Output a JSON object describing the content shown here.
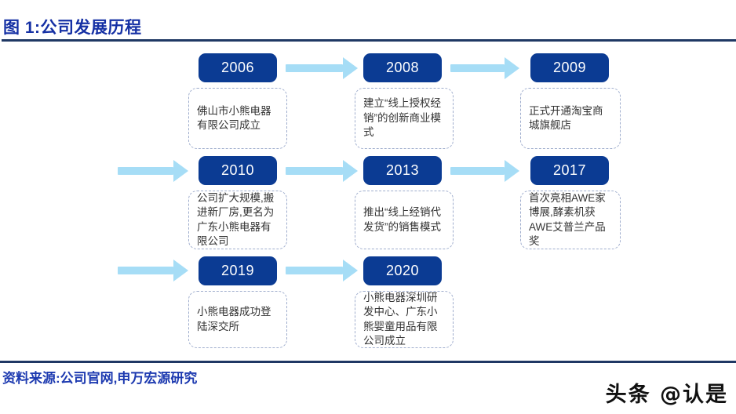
{
  "header": {
    "figure_title": "图 1:公司发展历程"
  },
  "timeline": {
    "rows": [
      {
        "items": [
          {
            "year": "2006",
            "desc": "佛山市小熊电器有限公司成立"
          },
          {
            "year": "2008",
            "desc": "建立“线上授权经销”的创新商业模式"
          },
          {
            "year": "2009",
            "desc": "正式开通淘宝商城旗舰店"
          }
        ]
      },
      {
        "items": [
          {
            "year": "2010",
            "desc": "公司扩大规模,搬进新厂房,更名为广东小熊电器有限公司"
          },
          {
            "year": "2013",
            "desc": "推出“线上经销代发货”的销售模式"
          },
          {
            "year": "2017",
            "desc": "首次亮相AWE家博展,酵素机获AWE艾普兰产品奖"
          }
        ]
      },
      {
        "items": [
          {
            "year": "2019",
            "desc": "小熊电器成功登陆深交所"
          },
          {
            "year": "2020",
            "desc": "小熊电器深圳研发中心、广东小熊婴童用品有限公司成立"
          }
        ]
      }
    ]
  },
  "footer": {
    "source": "资料来源:公司官网,申万宏源研究"
  },
  "watermark": {
    "text": "头条 @认是"
  },
  "colors": {
    "year_box": "#0b3b93",
    "arrow": "#a6ddf6",
    "title": "#1530a4",
    "rule": "#1f3864",
    "source_text": "#1d3ab0",
    "dashed_border": "#9fadcd",
    "desc_text": "#333333"
  }
}
